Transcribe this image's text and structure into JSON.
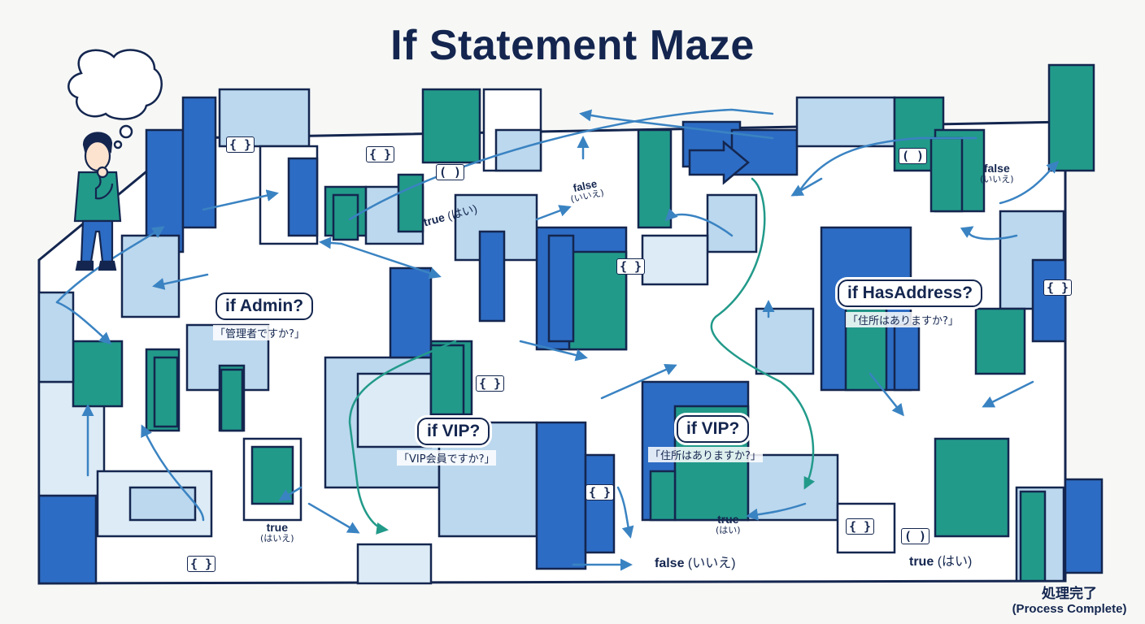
{
  "title": "If Statement Maze",
  "colors": {
    "navy": "#14264f",
    "blue": "#2d6cc4",
    "teal": "#229a8a",
    "light_blue": "#bcd8ee",
    "pale_blue": "#dcebf6",
    "path_arrow": "#3a83c2"
  },
  "decisions": {
    "admin": {
      "label": "if Admin?",
      "sub": "「管理者ですか?」"
    },
    "vip_left": {
      "label": "if VIP?",
      "sub": "「VIP会員ですか?」"
    },
    "vip_right": {
      "label": "if VIP?",
      "sub": "「住所はありますか?」"
    },
    "has_address": {
      "label": "if HasAddress?",
      "sub": "「住所はありますか?」"
    }
  },
  "branch_labels": {
    "true_top": {
      "en": "true",
      "ja": "(はい)"
    },
    "false_middle": {
      "en": "false",
      "ja": "(いいえ)"
    },
    "false_right": {
      "en": "false",
      "ja": "(いいえ)"
    },
    "true_bottom_left": {
      "en": "true",
      "ja": "(はいえ)"
    },
    "true_bottom_mid": {
      "en": "true",
      "ja": "(はい)"
    },
    "false_bottom": {
      "en": "false",
      "ja": "(いいえ)"
    },
    "true_bottom_right": {
      "en": "true",
      "ja": "(はい)"
    }
  },
  "code_marks": {
    "braces": "{ }",
    "parens": "( )"
  },
  "completion": {
    "ja": "処理完了",
    "en": "(Process Complete)"
  },
  "icons": [
    "person-icon",
    "thought-bubble-icon",
    "door-icon",
    "arrow-icon"
  ]
}
